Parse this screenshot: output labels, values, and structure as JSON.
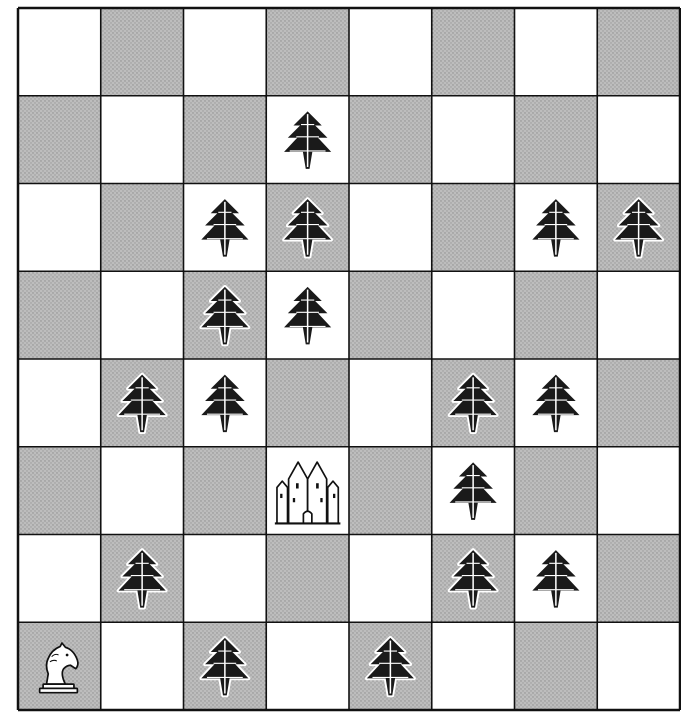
{
  "board": {
    "rows": 8,
    "cols": 8,
    "light_color": "#ffffff",
    "dark_color": "#b8b8b8",
    "line_color": "#111111",
    "pieces": [
      {
        "type": "tree",
        "row": 1,
        "col": 3
      },
      {
        "type": "tree",
        "row": 2,
        "col": 2
      },
      {
        "type": "tree",
        "row": 2,
        "col": 3
      },
      {
        "type": "tree",
        "row": 2,
        "col": 6
      },
      {
        "type": "tree",
        "row": 2,
        "col": 7
      },
      {
        "type": "tree",
        "row": 3,
        "col": 2
      },
      {
        "type": "tree",
        "row": 3,
        "col": 3
      },
      {
        "type": "tree",
        "row": 4,
        "col": 1
      },
      {
        "type": "tree",
        "row": 4,
        "col": 2
      },
      {
        "type": "tree",
        "row": 4,
        "col": 5
      },
      {
        "type": "tree",
        "row": 4,
        "col": 6
      },
      {
        "type": "castle",
        "row": 5,
        "col": 3
      },
      {
        "type": "tree",
        "row": 5,
        "col": 5
      },
      {
        "type": "tree",
        "row": 6,
        "col": 1
      },
      {
        "type": "tree",
        "row": 6,
        "col": 5
      },
      {
        "type": "tree",
        "row": 6,
        "col": 6
      },
      {
        "type": "knight",
        "row": 7,
        "col": 0
      },
      {
        "type": "tree",
        "row": 7,
        "col": 2
      },
      {
        "type": "tree",
        "row": 7,
        "col": 4
      }
    ],
    "icons": {
      "tree": "tree-icon",
      "castle": "castle-icon",
      "knight": "knight-icon"
    }
  }
}
